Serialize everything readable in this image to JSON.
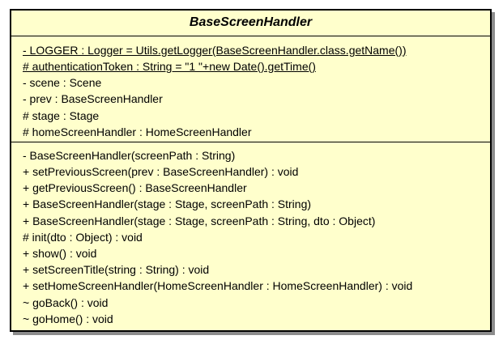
{
  "class": {
    "name": "BaseScreenHandler",
    "attributes": [
      {
        "text": "- LOGGER : Logger = Utils.getLogger(BaseScreenHandler.class.getName())",
        "static": true
      },
      {
        "text": "# authenticationToken : String = \"1   \"+new Date().getTime()",
        "static": true
      },
      {
        "text": "- scene : Scene",
        "static": false
      },
      {
        "text": "- prev : BaseScreenHandler",
        "static": false
      },
      {
        "text": "# stage : Stage",
        "static": false
      },
      {
        "text": "# homeScreenHandler : HomeScreenHandler",
        "static": false
      }
    ],
    "operations": [
      {
        "text": "- BaseScreenHandler(screenPath : String)"
      },
      {
        "text": "+ setPreviousScreen(prev : BaseScreenHandler) : void"
      },
      {
        "text": "+ getPreviousScreen() : BaseScreenHandler"
      },
      {
        "text": "+ BaseScreenHandler(stage : Stage, screenPath : String)"
      },
      {
        "text": "+ BaseScreenHandler(stage : Stage, screenPath : String, dto : Object)"
      },
      {
        "text": "# init(dto : Object) : void"
      },
      {
        "text": "+ show() : void"
      },
      {
        "text": "+ setScreenTitle(string : String) : void"
      },
      {
        "text": "+ setHomeScreenHandler(HomeScreenHandler : HomeScreenHandler) : void"
      },
      {
        "text": "~ goBack() : void"
      },
      {
        "text": "~ goHome() : void"
      }
    ]
  },
  "colors": {
    "fill": "#ffffcc",
    "border": "#000000",
    "shadow": "#8c8c8c"
  }
}
